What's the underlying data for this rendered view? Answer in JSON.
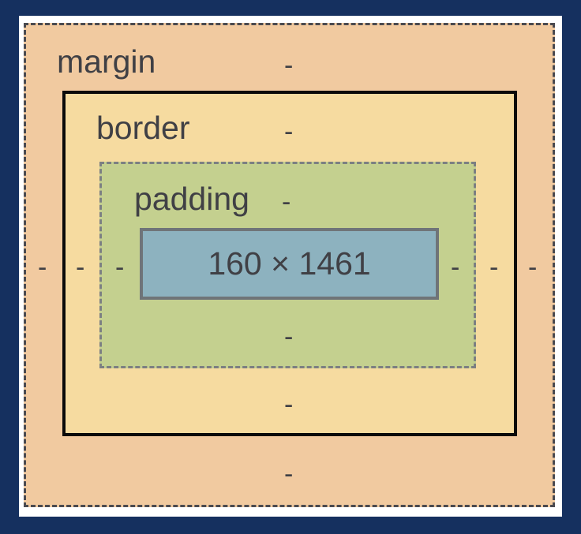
{
  "box_model": {
    "margin": {
      "label": "margin",
      "top": "-",
      "right": "-",
      "bottom": "-",
      "left": "-"
    },
    "border": {
      "label": "border",
      "top": "-",
      "right": "-",
      "bottom": "-",
      "left": "-"
    },
    "padding": {
      "label": "padding",
      "top": "-",
      "right": "-",
      "bottom": "-",
      "left": "-"
    },
    "content": {
      "size": "160 × 1461"
    }
  },
  "colors": {
    "page_background": "#15305f",
    "frame_background": "#ffffff",
    "margin_fill": "#f1caa0",
    "border_fill": "#f6dba0",
    "padding_fill": "#c4d08f",
    "content_fill": "#8db2bf",
    "text": "#404045"
  }
}
